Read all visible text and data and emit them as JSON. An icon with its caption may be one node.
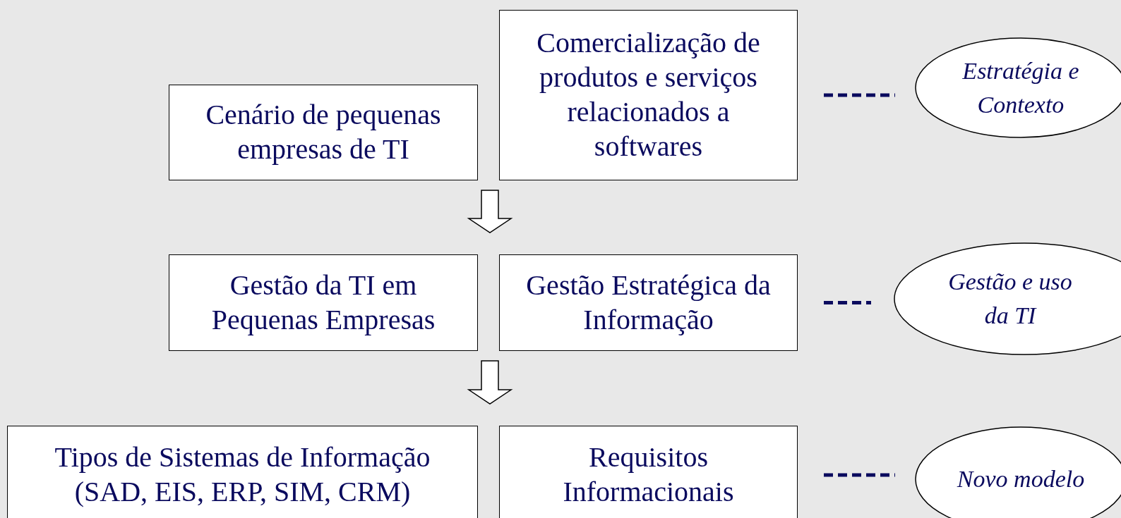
{
  "diagram": {
    "nodes": [
      {
        "text": [
          "Cenário de pequenas empresas de TI"
        ]
      },
      {
        "text": [
          "Comercialização de produtos e serviços relacionados a softwares"
        ]
      },
      {
        "text": [
          "Estratégia e Contexto"
        ]
      },
      {
        "text": [
          "Gestão da TI em Pequenas Empresas"
        ]
      },
      {
        "text": [
          "Gestão Estratégica da Informação"
        ]
      },
      {
        "text": [
          "Gestão e uso da TI"
        ]
      },
      {
        "text": [
          "Tipos de Sistemas de Informação (SAD, EIS, ERP, SIM, CRM)"
        ]
      },
      {
        "text": [
          "Requisitos Informacionais"
        ]
      },
      {
        "text": [
          "Novo modelo"
        ]
      }
    ],
    "edges": [
      {
        "from": 1,
        "to": 2,
        "arrow": "none",
        "style": "dashed"
      },
      {
        "from": 4,
        "to": 5,
        "arrow": "none",
        "style": "dashed"
      },
      {
        "from": 7,
        "to": 8,
        "arrow": "none",
        "style": "dashed"
      },
      {
        "from": 0,
        "to": 3,
        "arrow": "to",
        "style": "thick"
      },
      {
        "from": 3,
        "to": 6,
        "arrow": "to",
        "style": "thick"
      }
    ]
  }
}
